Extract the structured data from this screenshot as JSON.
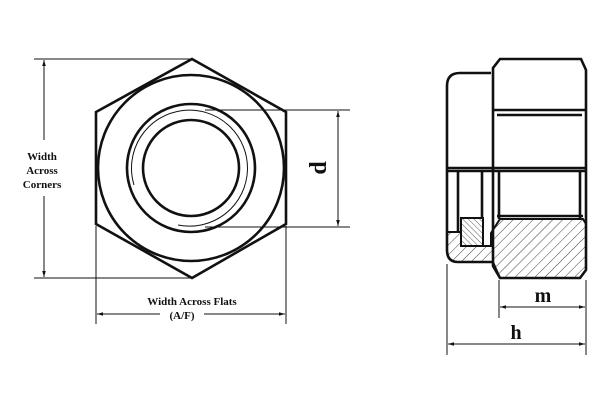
{
  "front_view": {
    "width_across_corners": [
      "Width",
      "Across",
      "Corners"
    ],
    "width_across_flats": "Width Across Flats",
    "af_abbrev": "(A/F)",
    "diameter_label": "d"
  },
  "side_view": {
    "m_label": "m",
    "h_label": "h"
  },
  "colors": {
    "line": "#111111",
    "background": "#ffffff"
  }
}
